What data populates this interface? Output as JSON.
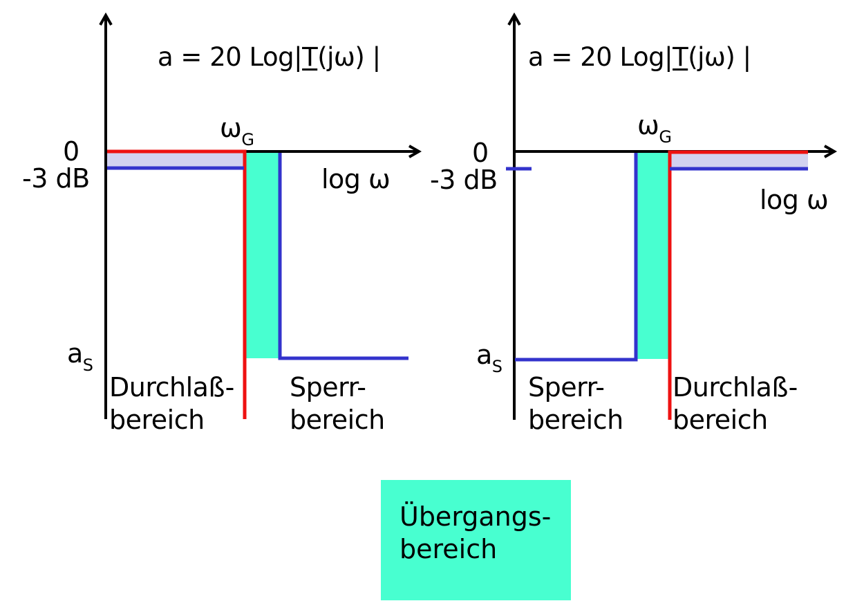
{
  "colors": {
    "axis": "#000000",
    "ideal_curve": "#ee1111",
    "tolerance_curve": "#3333cc",
    "transition_fill": "#48ffd0",
    "tolerance_fill": "#d2d2f0"
  },
  "icons": {
    "axis_arrow": "arrow-icon"
  },
  "lowpass": {
    "formula_prefix": "a = 20 Log|",
    "formula_T": "T",
    "formula_suffix": "(jω) |",
    "omega": "ω",
    "omega_sub": "G",
    "y_zero": "0",
    "y_minus3": "-3 dB",
    "x_axis_label": "log ω",
    "a_label": "a",
    "a_sub": "S",
    "region_left_line1": "Durchlaß-",
    "region_left_line2": "bereich",
    "region_right_line1": "Sperr-",
    "region_right_line2": "bereich"
  },
  "highpass": {
    "formula_prefix": "a = 20 Log|",
    "formula_T": "T",
    "formula_suffix": "(jω) |",
    "omega": "ω",
    "omega_sub": "G",
    "y_zero": "0",
    "y_minus3": "-3 dB",
    "x_axis_label": "log ω",
    "a_label": "a",
    "a_sub": "S",
    "region_left_line1": "Sperr-",
    "region_left_line2": "bereich",
    "region_right_line1": "Durchlaß-",
    "region_right_line2": "bereich"
  },
  "legend": {
    "line1": "Übergangs-",
    "line2": "bereich"
  }
}
